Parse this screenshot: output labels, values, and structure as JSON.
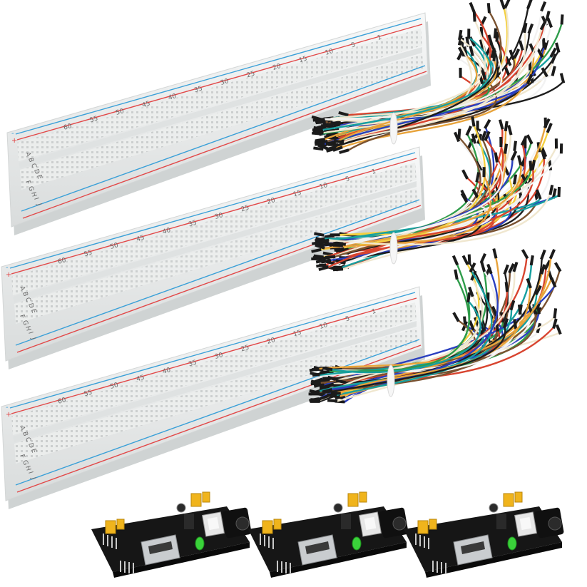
{
  "scene": {
    "subject": "breadboard-kit-photo"
  },
  "breadboards": [
    {
      "id": "top",
      "column_numbers": [
        "60",
        "55",
        "50",
        "45",
        "40",
        "35",
        "30",
        "25",
        "20",
        "15",
        "10",
        "5",
        "1"
      ],
      "row_letters": [
        "A",
        "B",
        "C",
        "D",
        "E",
        "F",
        "G",
        "H",
        "I",
        "J"
      ]
    },
    {
      "id": "middle",
      "column_numbers": [
        "60",
        "55",
        "50",
        "45",
        "40",
        "35",
        "30",
        "25",
        "20",
        "15",
        "10",
        "5",
        "1"
      ],
      "row_letters": [
        "A",
        "B",
        "C",
        "D",
        "E",
        "F",
        "G",
        "H",
        "I",
        "J"
      ]
    },
    {
      "id": "bottom",
      "column_numbers": [
        "60",
        "55",
        "50",
        "45",
        "40",
        "35",
        "30",
        "25",
        "20",
        "15",
        "10",
        "5",
        "1"
      ],
      "row_letters": [
        "A",
        "B",
        "C",
        "D",
        "E",
        "F",
        "G",
        "H",
        "I",
        "J"
      ]
    }
  ],
  "rail_signs": {
    "plus": "+",
    "minus": "-"
  },
  "wire_colors": [
    "#1d1d1d",
    "#2a3fbf",
    "#d8442f",
    "#2e9c4a",
    "#f0e7cf",
    "#e8a33a",
    "#7a5230",
    "#f2f2f2",
    "#17a0a0",
    "#f4d03f"
  ],
  "board_colors": {
    "body": "#eef0ef",
    "rail_red": "#e24848",
    "rail_blue": "#3aa0d8"
  },
  "power_modules": [
    {
      "id": "psu-1"
    },
    {
      "id": "psu-2"
    },
    {
      "id": "psu-3"
    }
  ]
}
